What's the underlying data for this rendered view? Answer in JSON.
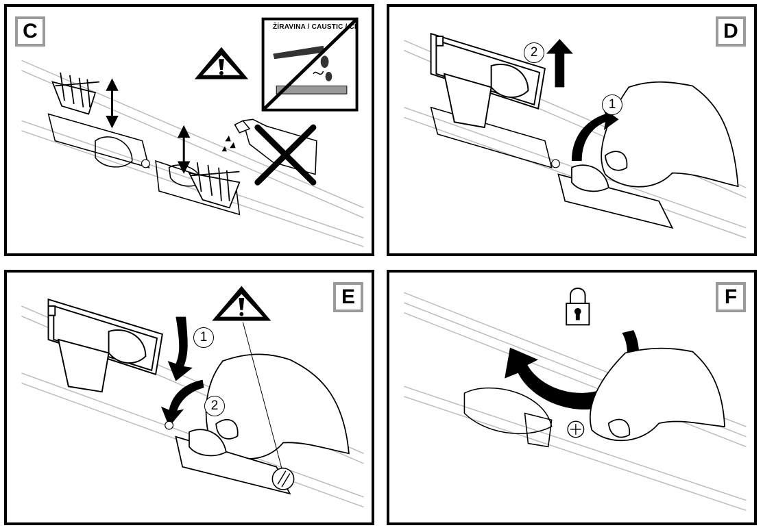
{
  "panels": {
    "c": {
      "letter": "C",
      "warning_text": "ŽÍRAVINA / CAUSTIC / CI"
    },
    "d": {
      "letter": "D",
      "step1": "1",
      "step2": "2"
    },
    "e": {
      "letter": "E",
      "step1": "1",
      "step2": "2"
    },
    "f": {
      "letter": "F"
    }
  },
  "icons": [
    "warning-triangle-icon",
    "no-caustic-icon",
    "prohibited-cross-icon",
    "padlock-icon",
    "arrow-icon"
  ],
  "colors": {
    "frame": "#000000",
    "label_border": "#9a9a9a",
    "rail": "#cccccc"
  }
}
